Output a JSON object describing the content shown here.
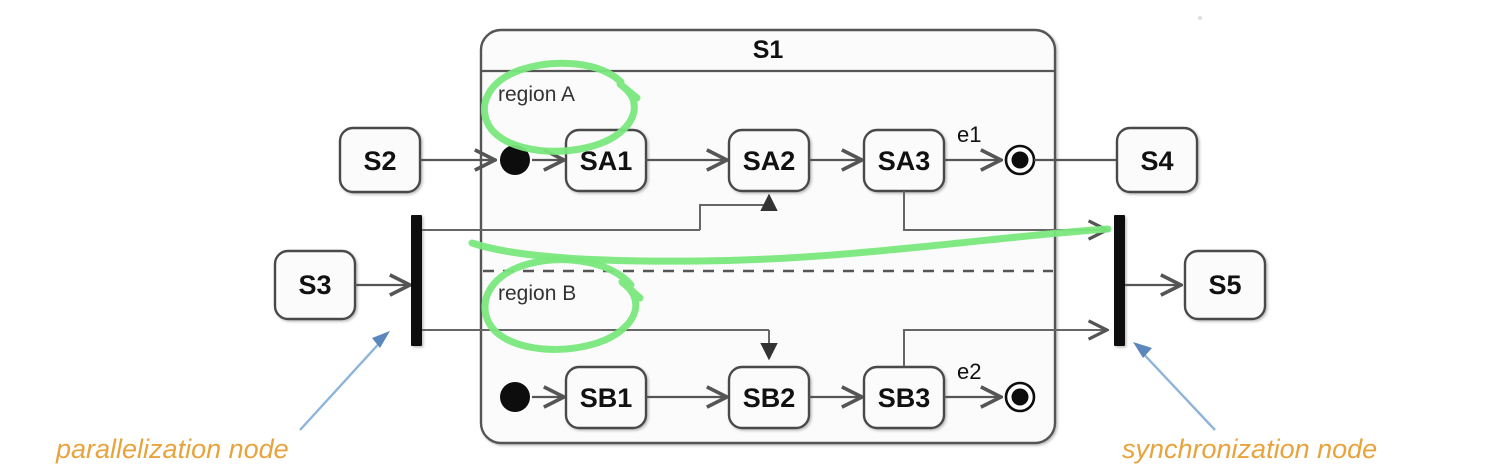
{
  "diagram": {
    "type": "uml-state-machine",
    "title_visible": false,
    "background_color": "#ffffff"
  },
  "composite_state": {
    "name": "S1",
    "regions": [
      {
        "id": "A",
        "label": "region A"
      },
      {
        "id": "B",
        "label": "region B"
      }
    ]
  },
  "states": {
    "external": [
      {
        "id": "S2",
        "label": "S2"
      },
      {
        "id": "S3",
        "label": "S3"
      },
      {
        "id": "S4",
        "label": "S4"
      },
      {
        "id": "S5",
        "label": "S5"
      }
    ],
    "region_a": [
      {
        "id": "SA1",
        "label": "SA1"
      },
      {
        "id": "SA2",
        "label": "SA2"
      },
      {
        "id": "SA3",
        "label": "SA3"
      }
    ],
    "region_b": [
      {
        "id": "SB1",
        "label": "SB1"
      },
      {
        "id": "SB2",
        "label": "SB2"
      },
      {
        "id": "SB3",
        "label": "SB3"
      }
    ]
  },
  "pseudostates": {
    "initial_region_a": "initial-node",
    "final_region_a": "final-state-node",
    "initial_region_b": "initial-node",
    "final_region_b": "final-state-node",
    "fork": "parallelization-bar",
    "join": "synchronization-bar"
  },
  "transition_labels": [
    {
      "id": "e1",
      "label": "e1",
      "region": "A"
    },
    {
      "id": "e2",
      "label": "e2",
      "region": "B"
    }
  ],
  "annotations": [
    {
      "id": "fork-annotation",
      "text": "parallelization node",
      "color": "#e8a33d",
      "points_to": "parallelization-bar"
    },
    {
      "id": "join-annotation",
      "text": "synchronization node",
      "color": "#e8a33d",
      "points_to": "synchronization-bar"
    }
  ],
  "highlights": {
    "color": "#79e87c",
    "marks": [
      {
        "id": "circle-region-a",
        "target": "region A"
      },
      {
        "id": "circle-region-b",
        "target": "region B"
      },
      {
        "id": "stroke-to-join",
        "target": "transition into synchronization bar"
      }
    ]
  },
  "colors": {
    "edge": "#555555",
    "state_fill": "#fafafa",
    "state_stroke": "#555555",
    "bar_fill": "#0a0a0a",
    "highlight": "#79e87c",
    "annotation": "#e8a33d",
    "pointer": "#8fb4d9"
  }
}
